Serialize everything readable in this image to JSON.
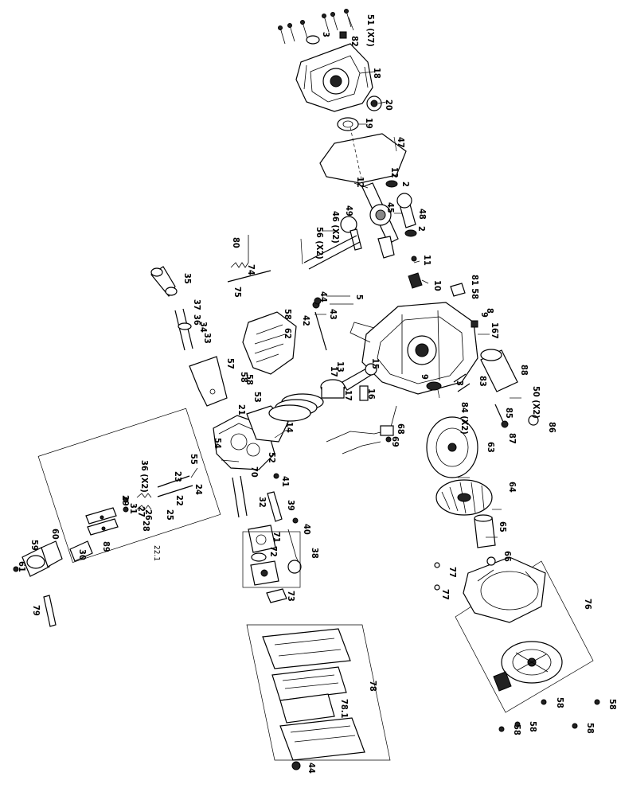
{
  "diagram": {
    "labels": [
      "1",
      "2",
      "3",
      "5",
      "8",
      "9",
      "10",
      "11",
      "12",
      "13",
      "14",
      "15",
      "16",
      "17",
      "18",
      "19",
      "20",
      "21",
      "22",
      "23",
      "24",
      "25",
      "26",
      "27",
      "28",
      "29",
      "30",
      "31",
      "32",
      "33",
      "34",
      "35",
      "36",
      "37",
      "38",
      "39",
      "40",
      "41",
      "42",
      "43",
      "44",
      "45",
      "46",
      "47",
      "48",
      "49",
      "50",
      "51",
      "52",
      "53",
      "54",
      "55",
      "56",
      "57",
      "58",
      "59",
      "60",
      "61",
      "62",
      "63",
      "64",
      "65",
      "66",
      "67",
      "68",
      "69",
      "70",
      "71",
      "72",
      "73",
      "74",
      "75",
      "76",
      "77",
      "78",
      "79",
      "80",
      "81",
      "82",
      "83",
      "84",
      "85",
      "86",
      "87",
      "88",
      "89"
    ],
    "callouts": {
      "l51": "51 (X7)",
      "l3a": "3",
      "l82": "82",
      "l18": "18",
      "l20": "20",
      "l19": "19",
      "l47": "47",
      "l12a": "12",
      "l12b": "12",
      "l2a": "2",
      "l45": "45",
      "l48": "48",
      "l2b": "2",
      "l49": "49",
      "l46": "46 (X2)",
      "l56": "56 (X2)",
      "l80": "80",
      "l74": "74",
      "l75": "75",
      "l11": "11",
      "l10": "10",
      "l8158": "81 58",
      "l35": "35",
      "l37": "37",
      "l36a": "36",
      "l34a": "34",
      "l33": "33",
      "l44a": "44",
      "l5": "5",
      "l43": "43",
      "l58a": "58",
      "l42": "42",
      "l9a": "9",
      "l8": "8",
      "l1": "1",
      "l67": "67",
      "l62": "62",
      "l57": "57",
      "l58b": "58",
      "l58c": "58",
      "l13": "13",
      "l15": "15",
      "l17a": "17",
      "l17b": "17",
      "l16": "16",
      "l9b": "9",
      "l88": "88",
      "l83": "83",
      "l3b": "3",
      "l84": "84 (X2)",
      "l50": "50 (X2)",
      "l85": "85",
      "l86": "86",
      "l87": "87",
      "l53": "53",
      "l21": "21",
      "l14": "14",
      "l52": "52",
      "l68": "68",
      "l69": "69",
      "l63": "63",
      "l54": "54",
      "l55": "55",
      "l23": "23",
      "l36b": "36 (X2)",
      "l24": "24",
      "l22": "22",
      "l70": "70",
      "l41": "41",
      "l32": "32",
      "l39": "39",
      "l29": "29",
      "l31": "31",
      "l27": "27",
      "l26": "26",
      "l25": "25",
      "l28": "28",
      "l40": "40",
      "l64": "64",
      "l71": "71",
      "l72": "72",
      "l38": "38",
      "l65": "65",
      "l89": "89",
      "l30": "30",
      "l221": "22.1",
      "l60": "60",
      "l59": "59",
      "l61": "61",
      "l66": "66",
      "l77a": "77",
      "l77b": "77",
      "l73": "73",
      "l79": "79",
      "l76": "76",
      "l78": "78",
      "l781": "78.1",
      "l58d": "58",
      "l58e": "58",
      "l58f": "58",
      "l58g": "58",
      "l58h": "58",
      "l44b": "44"
    }
  }
}
